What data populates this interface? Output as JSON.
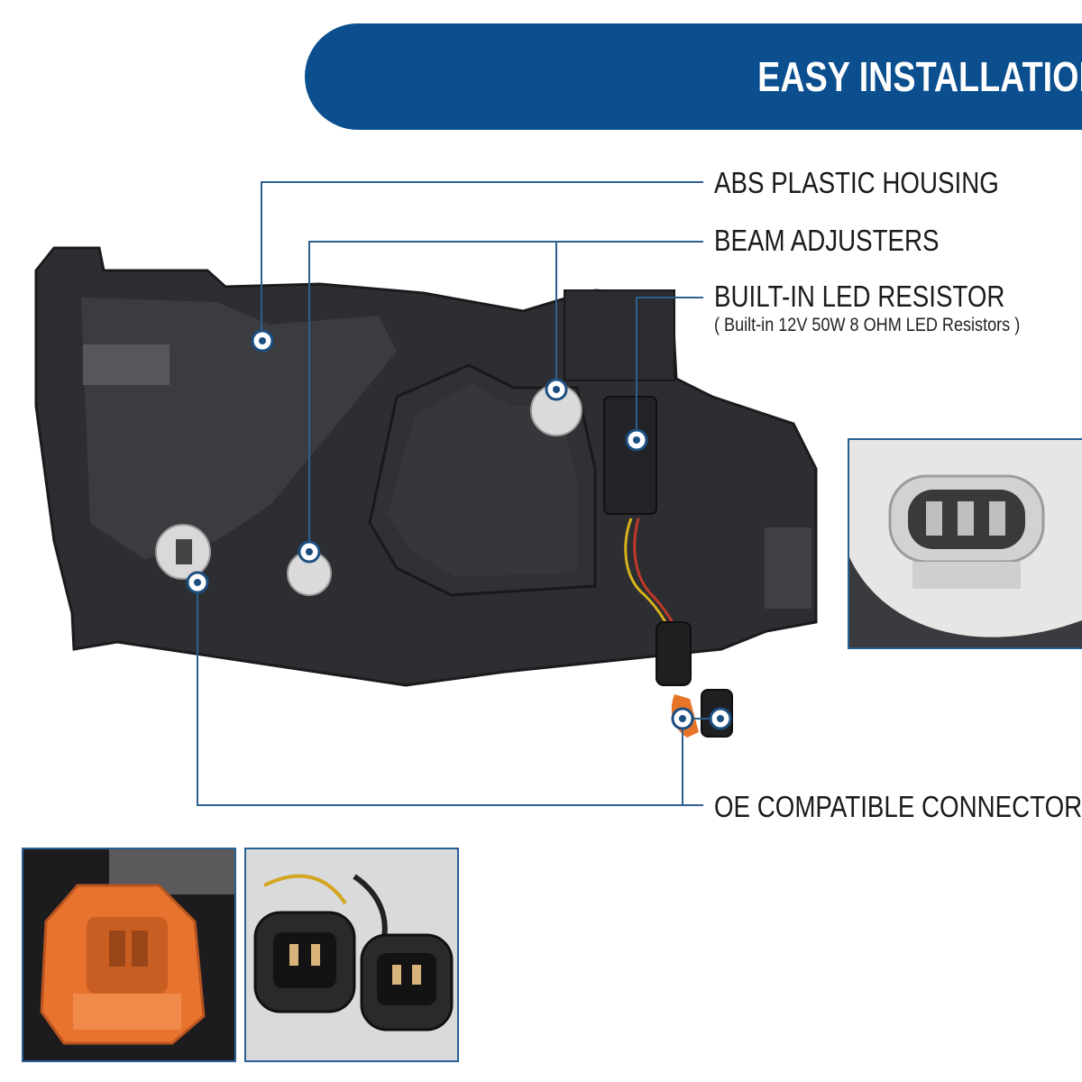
{
  "header": {
    "title": "EASY INSTALLATION"
  },
  "callouts": {
    "housing": "ABS PLASTIC HOUSING",
    "beam": "BEAM ADJUSTERS",
    "resistor": "BUILT-IN LED RESISTOR",
    "resistor_detail": "( Built-in  12V  50W 8 OHM  LED Resistors )",
    "connectors": "OE COMPATIBLE CONNECTORS"
  },
  "colors": {
    "brand_blue": "#0b4f8f",
    "leader_line": "#2f5f8f",
    "housing_dark": "#2b2d30"
  }
}
